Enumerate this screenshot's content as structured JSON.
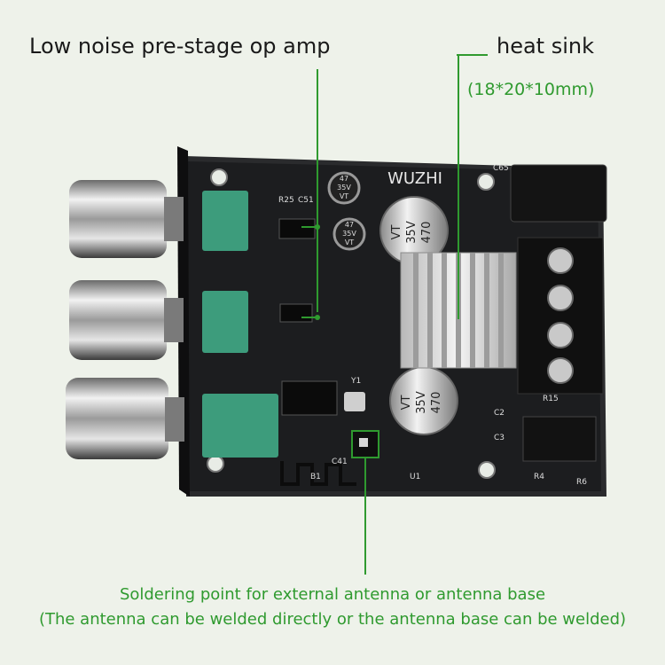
{
  "annotations": {
    "opamp": "Low noise pre-stage op amp",
    "heat_sink": "heat sink",
    "heat_sink_size": "(18*20*10mm)",
    "solder_line1": "Soldering point for external antenna or antenna base",
    "solder_line2": "(The antenna can be welded directly or the antenna base can be welded)"
  },
  "board": {
    "brand": "WUZHI",
    "cap_big_top": [
      "470",
      "35V",
      "VT"
    ],
    "cap_big_bottom": [
      "470",
      "35V",
      "VT"
    ],
    "cap_small_1": [
      "47",
      "35V",
      "VT"
    ],
    "cap_small_2": [
      "47",
      "35V",
      "VT"
    ],
    "ref_c65": "C65",
    "ref_c41": "C41",
    "ref_b1": "B1",
    "ref_u1": "U1",
    "ref_r15": "R15",
    "ref_c2": "C2",
    "ref_c3": "C3",
    "ref_r4": "R4",
    "ref_r6": "R6",
    "ref_y1": "Y1",
    "ref_r25": "R25",
    "ref_c51": "C51"
  },
  "colors": {
    "background": "#eef2ea",
    "pcb": "#1c1d1f",
    "annotation_line": "#2f9a2f",
    "pot": "#3d9c7c"
  }
}
